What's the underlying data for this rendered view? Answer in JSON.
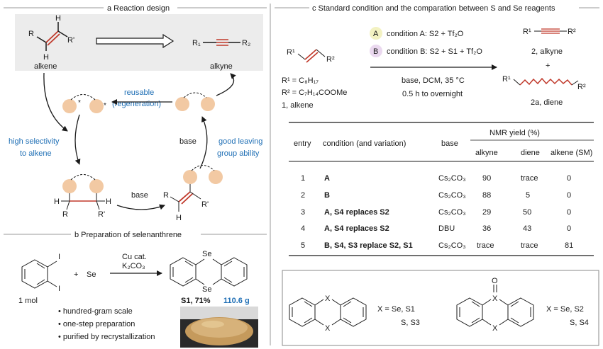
{
  "panel_a": {
    "title": "a Reaction design",
    "sub_R": "R",
    "sub_Rp": "R'",
    "sub_H": "H",
    "alkene": "alkene",
    "alkyne": "alkyne",
    "alkyne_R1": "R₁",
    "alkyne_R2": "R₂",
    "reusable": "reusable",
    "regeneration": "(regeneration)",
    "high_sel_1": "high selectivity",
    "high_sel_2": "to alkene",
    "base_left": "base",
    "base_right": "base",
    "good_leaving_1": "good leaving",
    "good_leaving_2": "group ability"
  },
  "panel_b": {
    "title": "b Preparation of selenanthrene",
    "reagent_top": "Cu cat.",
    "reagent_bottom": "K₂CO₃",
    "plus": "+",
    "se": "Se",
    "iodo": "I",
    "amount": "1 mol",
    "product_label": "S1, 71%",
    "product_mass": "110.6 g",
    "bullets": [
      "• hundred-gram scale",
      "• one-step preparation",
      "• purified by recrystallization"
    ]
  },
  "panel_c": {
    "title": "c Standard condition and the comparation between S and Se reagents",
    "condA_badge": "A",
    "condA_text": "condition A: S2 + Tf₂O",
    "condB_badge": "B",
    "condB_text": "condition B: S2 + S1 + Tf₂O",
    "conditions_1": "base, DCM, 35 °C",
    "conditions_2": "0.5 h to overnight",
    "r1": "R¹ = C₈H₁₇",
    "r2": "R² = C₇H₁₄COOMe",
    "sm_label": "1, alkene",
    "prod_alkyne": "2, alkyne",
    "prod_diene": "2a, diene",
    "plus": "+",
    "table": {
      "headers": {
        "entry": "entry",
        "condition": "condition (and variation)",
        "base": "base",
        "nmr": "NMR yield (%)",
        "alkyne": "alkyne",
        "diene": "diene",
        "alkene": "alkene (SM)"
      },
      "rows": [
        {
          "entry": "1",
          "condition": "A",
          "base": "Cs₂CO₃",
          "alkyne": "90",
          "diene": "trace",
          "alkene": "0"
        },
        {
          "entry": "2",
          "condition": "B",
          "base": "Cs₂CO₃",
          "alkyne": "88",
          "diene": "5",
          "alkene": "0"
        },
        {
          "entry": "3",
          "condition": "A, S4 replaces S2",
          "base": "Cs₂CO₃",
          "alkyne": "29",
          "diene": "50",
          "alkene": "0"
        },
        {
          "entry": "4",
          "condition": "A, S4 replaces S2",
          "base": "DBU",
          "alkyne": "36",
          "diene": "43",
          "alkene": "0"
        },
        {
          "entry": "5",
          "condition": "B, S4, S3 replace S2, S1",
          "base": "Cs₂CO₃",
          "alkyne": "trace",
          "diene": "trace",
          "alkene": "81"
        }
      ]
    },
    "legend_left_1": "X = Se, S1",
    "legend_left_2": "S, S3",
    "legend_right_1": "X = Se, S2",
    "legend_right_2": "S, S4",
    "atom_X": "X",
    "atom_O": "O"
  }
}
